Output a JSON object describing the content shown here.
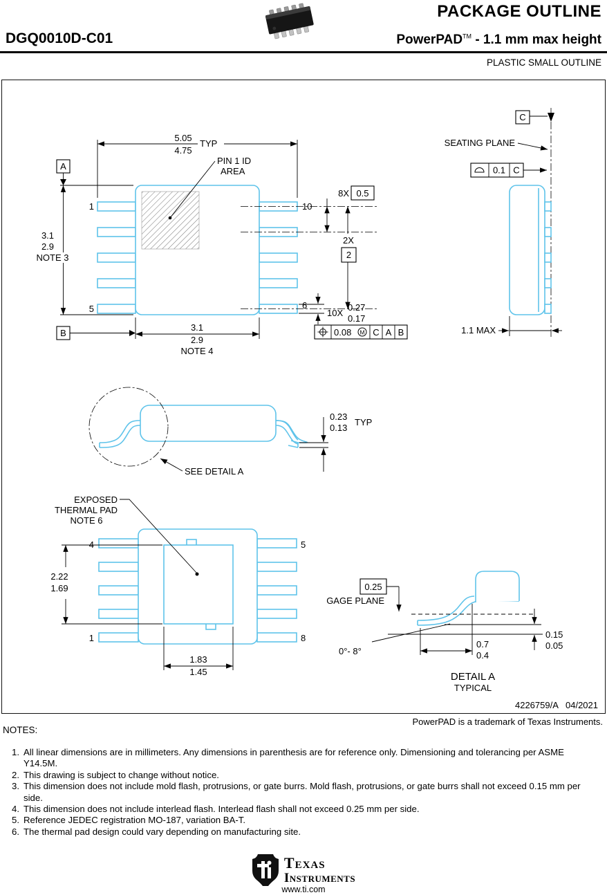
{
  "header": {
    "doc_type": "PACKAGE OUTLINE",
    "part_number": "DGQ0010D-C01",
    "brand": "PowerPAD",
    "trademark_symbol": "TM",
    "subtitle_rest": " - 1.1 mm max height",
    "package_type": "PLASTIC SMALL OUTLINE"
  },
  "top_view": {
    "overall_width_max": "5.05",
    "overall_width_min": "4.75",
    "overall_width_qual": "TYP",
    "pin1_id_line1": "PIN 1 ID",
    "pin1_id_line2": "AREA",
    "datum_a": "A",
    "datum_b": "B",
    "pin_1": "1",
    "pin_5": "5",
    "pin_10": "10",
    "pin_6": "6",
    "body_length_max": "3.1",
    "body_length_min": "2.9",
    "body_length_note": "NOTE 3",
    "body_width_max": "3.1",
    "body_width_min": "2.9",
    "body_width_note": "NOTE 4",
    "pitch_count": "8X",
    "pitch": "0.5",
    "span_count": "2X",
    "span": "2",
    "lead_width_count": "10X",
    "lead_width_max": "0.27",
    "lead_width_min": "0.17",
    "position_tol": "0.08",
    "position_mod": "M",
    "fcf_datum_1": "C",
    "fcf_datum_2": "A",
    "fcf_datum_3": "B"
  },
  "side_view": {
    "datum_c": "C",
    "seating_plane_label": "SEATING PLANE",
    "flatness_tol": "0.1",
    "flatness_datum": "C",
    "max_height": "1.1 MAX"
  },
  "lead_profile": {
    "lead_thickness_max": "0.23",
    "lead_thickness_min": "0.13",
    "lead_thickness_qual": "TYP",
    "see_detail_label": "SEE DETAIL A"
  },
  "bottom_view": {
    "pad_label_line1": "EXPOSED",
    "pad_label_line2": "THERMAL PAD",
    "pad_label_line3": "NOTE 6",
    "pin_4": "4",
    "pin_1": "1",
    "pin_5": "5",
    "pin_8": "8",
    "pad_length_max": "2.22",
    "pad_length_min": "1.69",
    "pad_width_max": "1.83",
    "pad_width_min": "1.45"
  },
  "detail_a": {
    "gage_offset": "0.25",
    "gage_plane_label": "GAGE PLANE",
    "lead_angle": "0°- 8°",
    "foot_length_max": "0.7",
    "foot_length_min": "0.4",
    "standoff_max": "0.15",
    "standoff_min": "0.05",
    "title": "DETAIL A",
    "subtitle": "TYPICAL"
  },
  "title_block": {
    "drawing_number": "4226759/A   04/2021"
  },
  "trademark_note": "PowerPAD is a trademark of Texas Instruments.",
  "notes": {
    "title": "NOTES:",
    "items": [
      {
        "num": "1.",
        "text": "All linear dimensions are in millimeters. Any dimensions in parenthesis are for reference only. Dimensioning and tolerancing per ASME Y14.5M."
      },
      {
        "num": "2.",
        "text": "This drawing is subject to change without notice."
      },
      {
        "num": "3.",
        "text": "This dimension does not include mold flash, protrusions, or gate burrs. Mold flash, protrusions, or gate burrs shall not exceed 0.15 mm per side."
      },
      {
        "num": "4.",
        "text": "This dimension does not include interlead flash. Interlead flash shall not exceed 0.25 mm per side."
      },
      {
        "num": "5.",
        "text": "Reference JEDEC registration MO-187, variation BA-T."
      },
      {
        "num": "6.",
        "text": "The thermal pad design could vary depending on manufacturing site."
      }
    ]
  },
  "footer": {
    "brand_line1": "Texas",
    "brand_line2": "Instruments",
    "website": "www.ti.com"
  },
  "colors": {
    "geometry_blue": "#5ec3ea",
    "ink": "#000000"
  }
}
